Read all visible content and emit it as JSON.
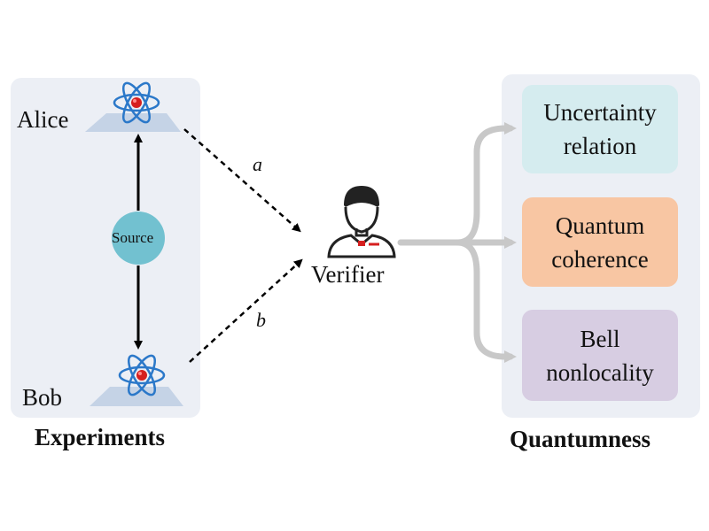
{
  "experiments": {
    "alice_label": "Alice",
    "bob_label": "Bob",
    "source_label": "Source",
    "title": "Experiments"
  },
  "channels": {
    "a_label": "a",
    "b_label": "b"
  },
  "verifier": {
    "label": "Verifier"
  },
  "quantumness": {
    "title": "Quantumness",
    "boxes": [
      {
        "line1": "Uncertainty",
        "line2": "relation",
        "color": "#d5ecef"
      },
      {
        "line1": "Quantum",
        "line2": "coherence",
        "color": "#f8c6a3"
      },
      {
        "line1": "Bell",
        "line2": "nonlocality",
        "color": "#d7cde2"
      }
    ]
  },
  "colors": {
    "panel": "#eceff5",
    "platform": "#c5d3e6",
    "source_circle": "#72c1d0",
    "atom_orbit": "#2b78c9",
    "atom_nucleus": "#d61f1f",
    "gray_arrow": "#c8c8c8"
  },
  "icons": [
    "atom-icon",
    "person-icon"
  ]
}
